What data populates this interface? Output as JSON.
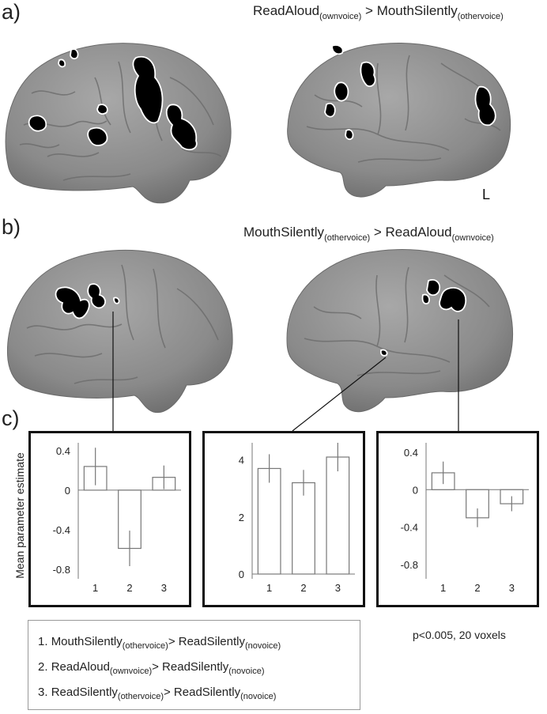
{
  "panels": {
    "a": {
      "label": "a)",
      "contrast": {
        "left_main": "ReadAloud",
        "left_sub": "(ownvoice)",
        "op": " > ",
        "right_main": "MouthSilently",
        "right_sub": "(othervoice)"
      },
      "hemisphere_marker": "L"
    },
    "b": {
      "label": "b)",
      "contrast": {
        "left_main": "MouthSilently",
        "left_sub": "(othervoice)",
        "op": " > ",
        "right_main": "ReadAloud",
        "right_sub": "(ownvoice)"
      }
    },
    "c": {
      "label": "c)",
      "ylabel": "Mean parameter estimate"
    }
  },
  "chart_data": [
    {
      "type": "bar",
      "categories": [
        "1",
        "2",
        "3"
      ],
      "values": [
        0.24,
        -0.59,
        0.13
      ],
      "errors": [
        0.19,
        0.18,
        0.12
      ],
      "ylim": [
        -0.85,
        0.48
      ],
      "yticks": [
        0.4,
        0,
        -0.4,
        -0.8
      ],
      "ytick_labels": [
        "0.4",
        "0",
        "-0.4",
        "-0.8"
      ]
    },
    {
      "type": "bar",
      "categories": [
        "1",
        "2",
        "3"
      ],
      "values": [
        3.7,
        3.2,
        4.1
      ],
      "errors": [
        0.5,
        0.45,
        0.5
      ],
      "ylim": [
        0,
        4.6
      ],
      "yticks": [
        4,
        2,
        0
      ],
      "ytick_labels": [
        "4",
        "2",
        "0"
      ]
    },
    {
      "type": "bar",
      "categories": [
        "1",
        "2",
        "3"
      ],
      "values": [
        0.18,
        -0.3,
        -0.15
      ],
      "errors": [
        0.12,
        0.1,
        0.08
      ],
      "ylim": [
        -0.9,
        0.5
      ],
      "yticks": [
        0.4,
        0,
        -0.4,
        -0.8
      ],
      "ytick_labels": [
        "0.4",
        "0",
        "-0.4",
        "-0.8"
      ]
    }
  ],
  "legend": {
    "items": [
      {
        "num": "1. ",
        "a_main": "MouthSilently",
        "a_sub": "(othervoice)",
        "op": "> ",
        "b_main": "ReadSilently",
        "b_sub": "(novoice)"
      },
      {
        "num": "2. ",
        "a_main": "ReadAloud",
        "a_sub": "(ownvoice)",
        "op": "> ",
        "b_main": "ReadSilently",
        "b_sub": "(novoice)"
      },
      {
        "num": "3. ",
        "a_main": "ReadSilently",
        "a_sub": "(othervoice)",
        "op": "> ",
        "b_main": "ReadSilently",
        "b_sub": "(novoice)"
      }
    ]
  },
  "stats_note": "p<0.005, 20 voxels",
  "colors": {
    "brain": "#8a8a8a",
    "activation": "#000000",
    "outline": "#ffffff",
    "frame": "#111111"
  }
}
